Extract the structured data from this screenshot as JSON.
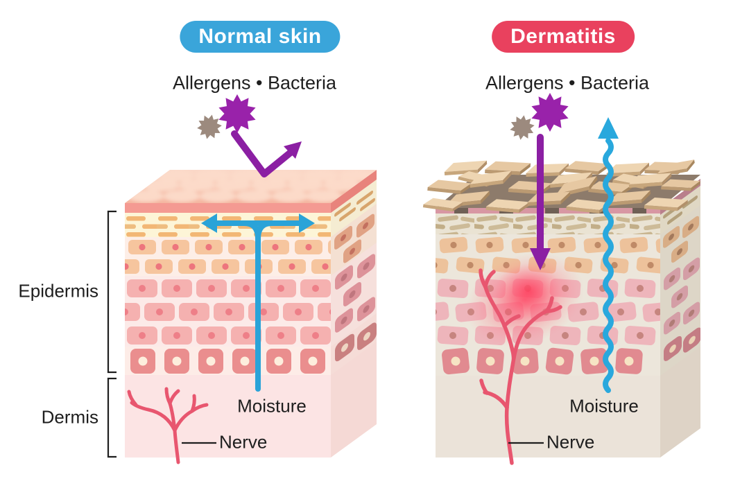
{
  "figure": {
    "panels": [
      {
        "id": "normal-skin",
        "badge_label": "Normal skin",
        "badge_color": "#3aa5da",
        "allergens_label": "Allergens • Bacteria",
        "moisture_label": "Moisture",
        "nerve_label": "Nerve"
      },
      {
        "id": "dermatitis",
        "badge_label": "Dermatitis",
        "badge_color": "#e9415e",
        "allergens_label": "Allergens • Bacteria",
        "moisture_label": "Moisture",
        "nerve_label": "Nerve"
      }
    ],
    "layer_labels": {
      "epidermis": "Epidermis",
      "dermis": "Dermis"
    },
    "icon_colors": {
      "bacteria_star": "#9922aa",
      "allergen_star": "#9c8a7e",
      "penetration_arrow": "#8b1fa3",
      "moisture_arrow": "#2aa3d8",
      "nerve": "#e8566f"
    }
  }
}
